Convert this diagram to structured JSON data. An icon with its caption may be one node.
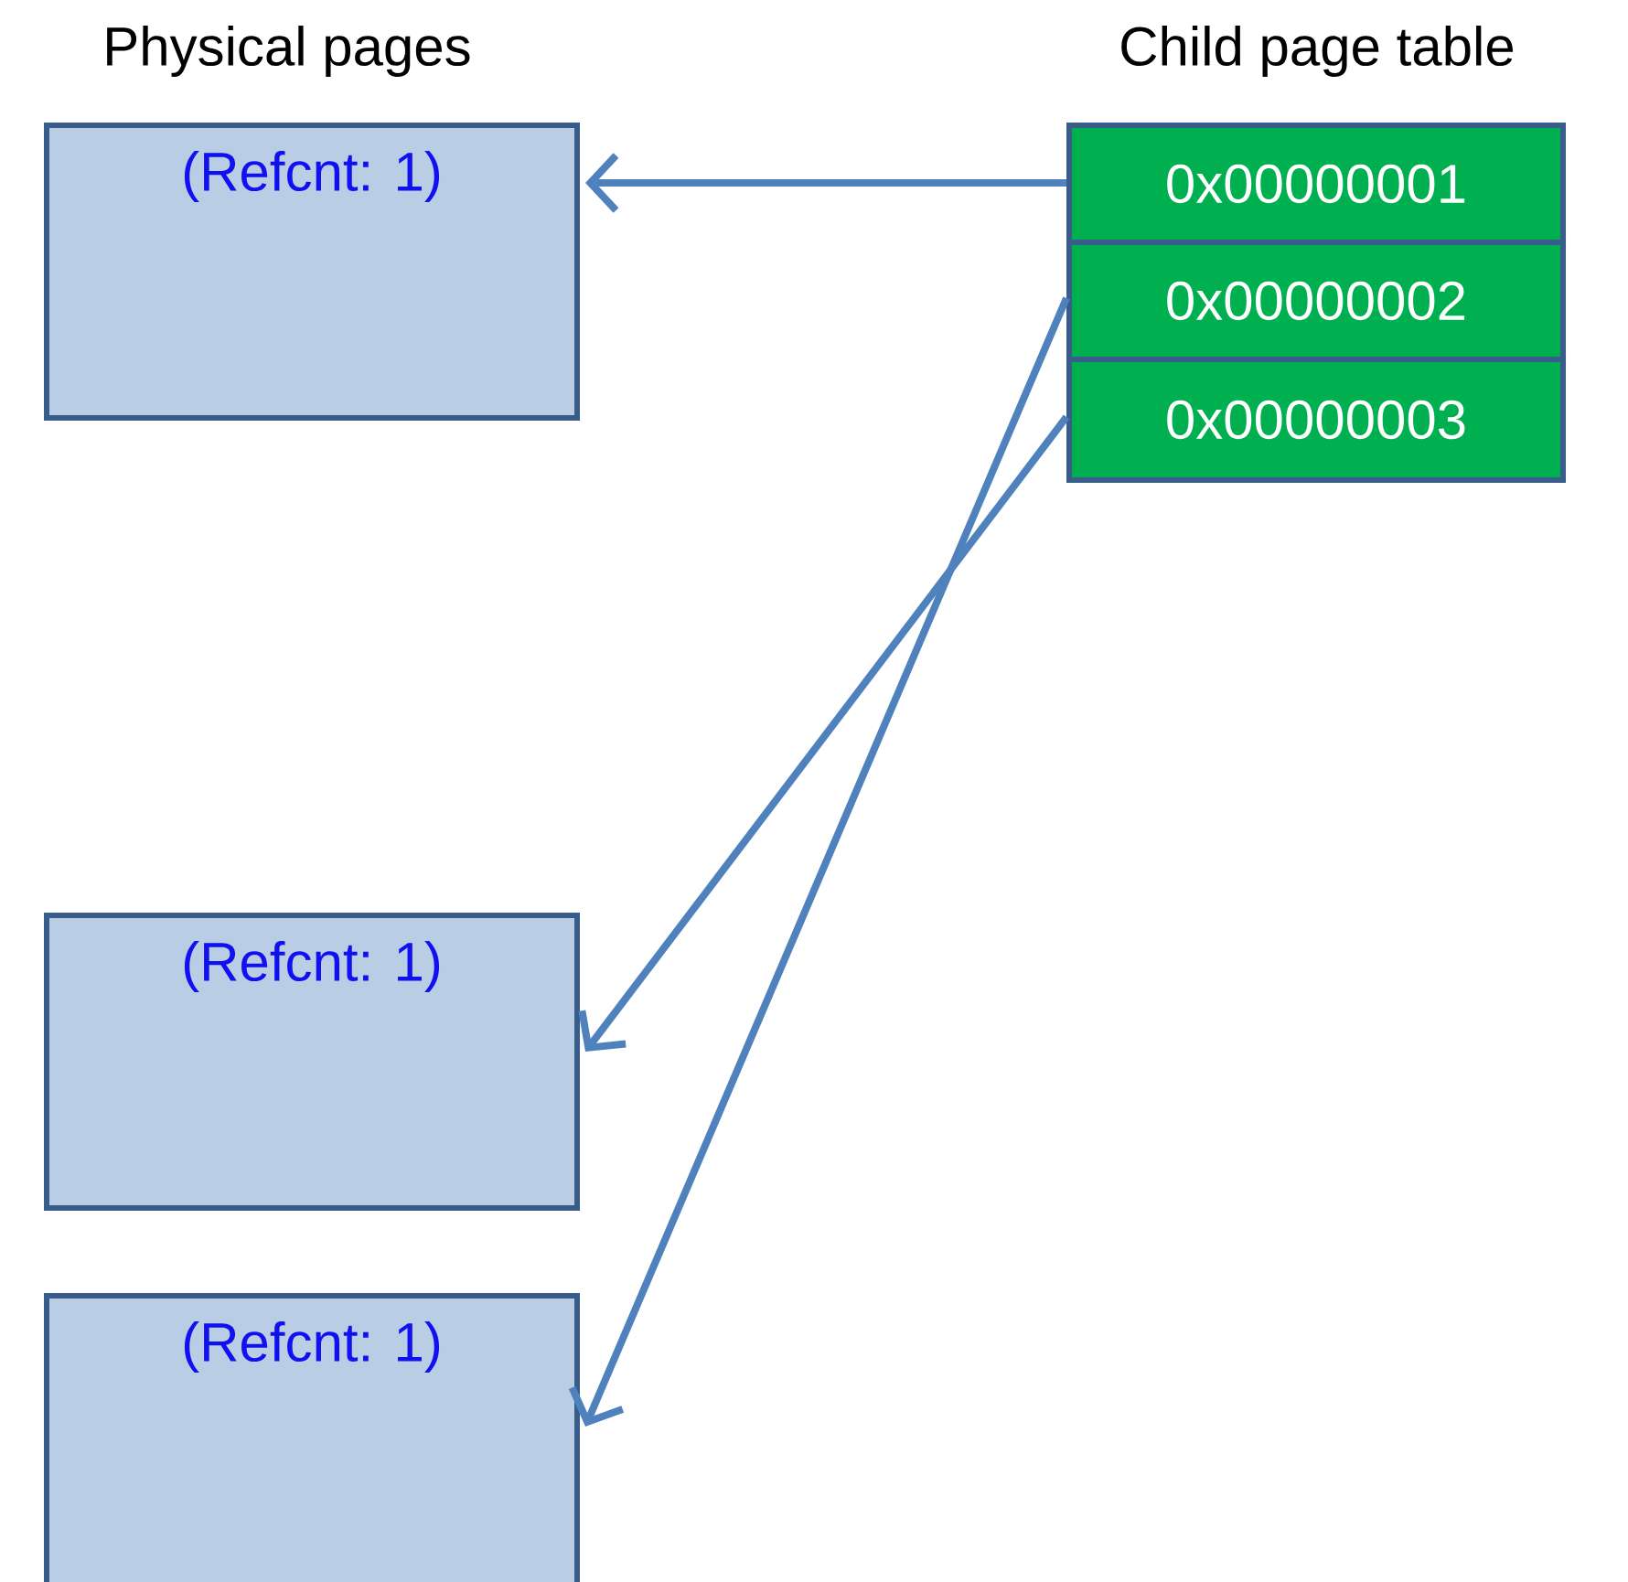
{
  "diagram": {
    "nodes": [
      {
        "text": [
          "(Refcnt: 1)"
        ],
        "beside": [
          "Physical pages"
        ]
      },
      {
        "text": [
          "(Refcnt: 1)"
        ]
      },
      {
        "text": [
          "(Refcnt: 1)"
        ]
      },
      {
        "text": [
          "0x00000001"
        ],
        "beside": [
          "Child page table"
        ]
      },
      {
        "text": [
          "0x00000002"
        ]
      },
      {
        "text": [
          "0x00000003"
        ]
      }
    ],
    "edges": [
      {
        "from": 3,
        "to": 0,
        "arrow": "to"
      },
      {
        "from": 4,
        "to": 2,
        "arrow": "to"
      },
      {
        "from": 5,
        "to": 1,
        "arrow": "to"
      }
    ]
  }
}
